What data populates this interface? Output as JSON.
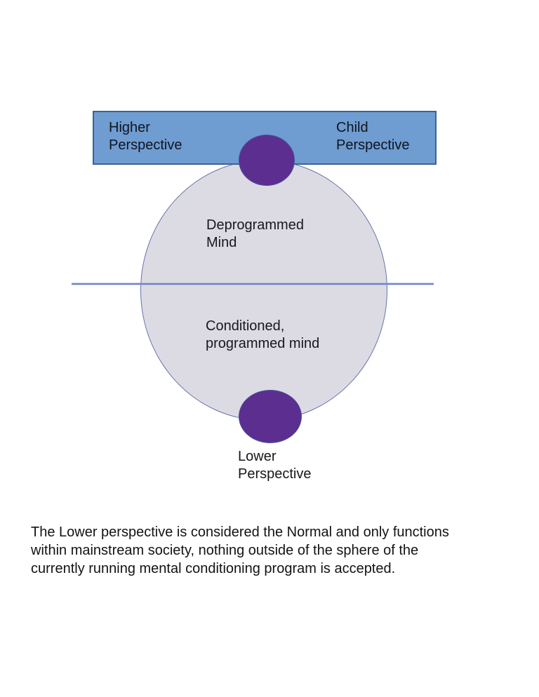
{
  "page": {
    "background": "#ffffff"
  },
  "colors": {
    "page_bg": "#ffffff",
    "bar_fill": "#6f9cd1",
    "bar_border": "#3d6394",
    "circle_fill": "#dcdbe4",
    "circle_border": "#6673ab",
    "divider_line": "#7286bd",
    "node_fill": "#5c2e8f",
    "node_border": "#47519e",
    "text": "#15151a"
  },
  "diagram": {
    "top_bar": {
      "left_label": {
        "lines": [
          "Higher",
          "Perspective"
        ],
        "text": "Higher Perspective"
      },
      "right_label": {
        "lines": [
          "Child",
          "Perspective"
        ],
        "text": "Child Perspective"
      }
    },
    "circle": {
      "upper_label": {
        "lines": [
          "Deprogrammed",
          "Mind"
        ],
        "text": "Deprogrammed Mind"
      },
      "lower_label": {
        "lines": [
          "Conditioned,",
          "programmed mind"
        ],
        "text": "Conditioned, programmed mind"
      }
    },
    "bottom_label": {
      "lines": [
        "Lower",
        "Perspective"
      ],
      "text": "Lower Perspective"
    }
  },
  "caption": {
    "lines": [
      "The Lower perspective is considered the Normal and only functions",
      "within mainstream society, nothing outside of the sphere of the",
      "currently running mental conditioning program is accepted."
    ],
    "full_text": "The Lower perspective is considered the Normal and only functions within mainstream society, nothing outside of the sphere of the currently running mental conditioning program is accepted."
  }
}
